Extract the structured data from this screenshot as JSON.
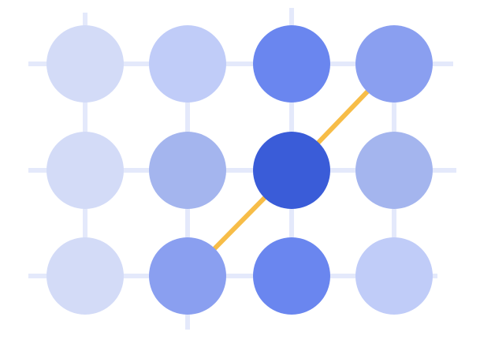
{
  "colors": {
    "background": "#ffffff",
    "grid_line": "#e4e9fb",
    "path": "#f7bd48",
    "levels": [
      "#d3dbf7",
      "#c0ccf8",
      "#a4b5ee",
      "#8a9ff0",
      "#6a86ef",
      "#3a5cd8"
    ]
  },
  "grid": {
    "rows": 3,
    "cols": 4,
    "cells": [
      [
        0,
        1,
        4,
        3
      ],
      [
        0,
        2,
        5,
        2
      ],
      [
        0,
        3,
        4,
        1
      ]
    ]
  },
  "path_cells": [
    [
      0,
      3
    ],
    [
      1,
      2
    ],
    [
      2,
      1
    ]
  ]
}
